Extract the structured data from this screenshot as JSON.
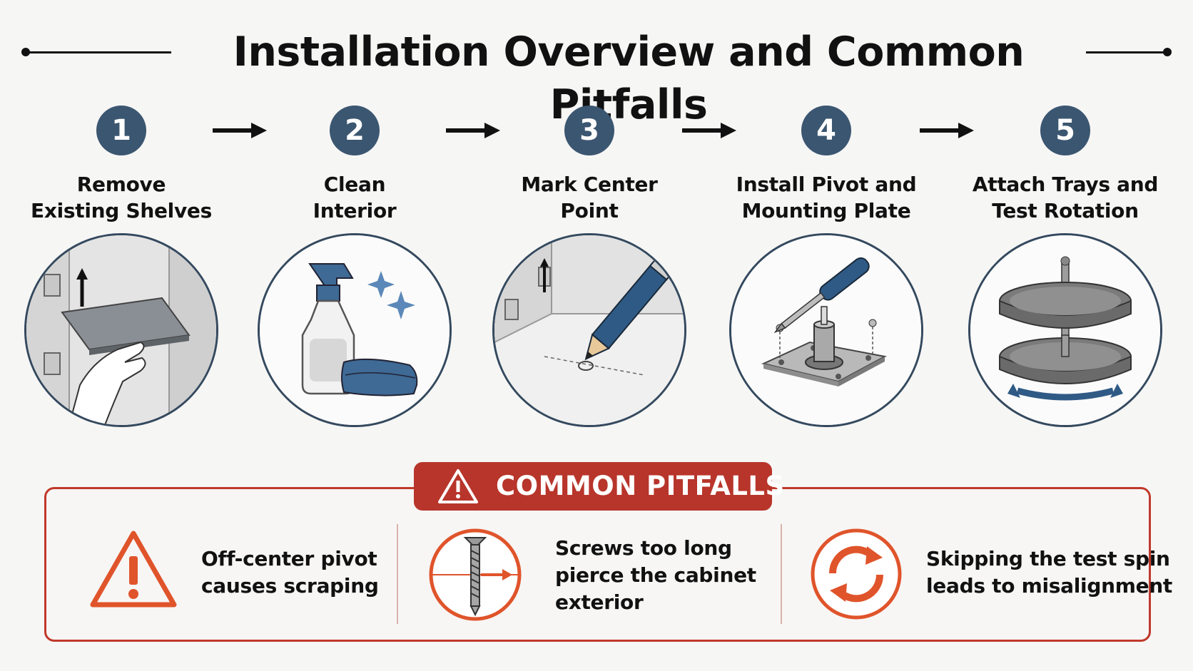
{
  "title": "Installation Overview and Common Pitfalls",
  "steps": [
    {
      "number": "1",
      "line1": "Remove",
      "line2": "Existing Shelves",
      "icon": "shelf-removal-icon"
    },
    {
      "number": "2",
      "line1": "Clean",
      "line2": "Interior",
      "icon": "spray-bottle-icon"
    },
    {
      "number": "3",
      "line1": "Mark Center",
      "line2": "Point",
      "icon": "pencil-mark-icon"
    },
    {
      "number": "4",
      "line1": "Install Pivot and",
      "line2": "Mounting Plate",
      "icon": "pivot-plate-icon"
    },
    {
      "number": "5",
      "line1": "Attach Trays and",
      "line2": "Test Rotation",
      "icon": "lazy-susan-icon"
    }
  ],
  "pitfalls": {
    "header": "COMMON PITFALLS",
    "items": [
      {
        "line1": "Off-center pivot",
        "line2": "causes scraping",
        "line3": "",
        "icon": "warning-triangle-icon"
      },
      {
        "line1": "Screws too long",
        "line2": "pierce the cabinet",
        "line3": "exterior",
        "icon": "screw-icon"
      },
      {
        "line1": "Skipping the test spin",
        "line2": "leads to misalignment",
        "line3": "",
        "icon": "rotate-arrows-icon"
      }
    ]
  },
  "colors": {
    "badge": "#3b5670",
    "circle_border": "#34495e",
    "pitfall_red": "#b8352b",
    "pitfall_orange": "#e0542b",
    "accent_blue": "#3e6a95"
  }
}
